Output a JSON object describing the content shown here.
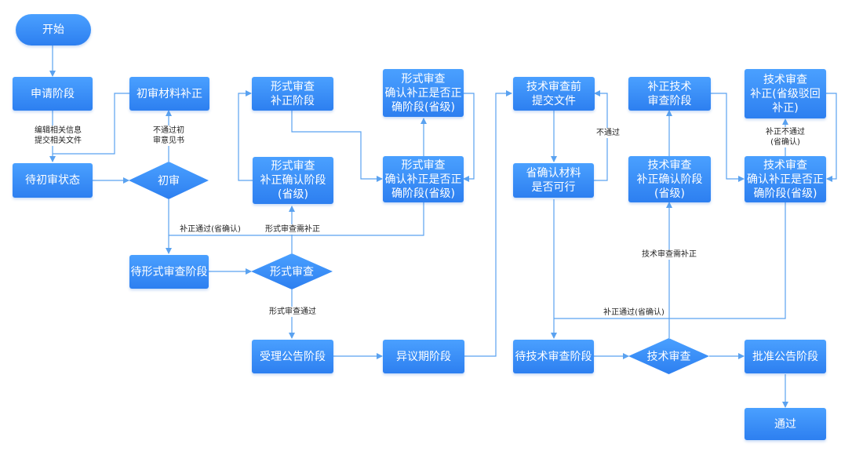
{
  "nodes": {
    "start": "开始",
    "apply": "申请阶段",
    "initial_review_wait": "待初审状态",
    "initial_material_fix": "初审材料补正",
    "initial_review": "初审",
    "formal_fix_stage": "形式审查\n补正阶段",
    "formal_fix_confirm": "形式审查\n补正确认阶段\n(省级)",
    "formal_confirm_top": "形式审查\n确认补正是否正\n确阶段(省级)",
    "formal_confirm_mid": "形式审查\n确认补正是否正\n确阶段(省级)",
    "formal_wait": "待形式审查阶段",
    "formal_review": "形式审查",
    "accept_notice": "受理公告阶段",
    "objection": "异议期阶段",
    "tech_pre_submit": "技术审查前\n提交文件",
    "province_check": "省确认材料\n是否可行",
    "tech_wait": "待技术审查阶段",
    "tech_review": "技术审查",
    "tech_fix_stage": "补正技术\n审查阶段",
    "tech_fix_confirm": "技术审查\n补正确认阶段\n(省级)",
    "tech_fix_reject": "技术审查\n补正(省级驳回\n补正)",
    "tech_confirm": "技术审查\n确认补正是否正\n确阶段(省级)",
    "approve_notice": "批准公告阶段",
    "pass": "通过"
  },
  "labels": {
    "edit_info": "编辑相关信息\n提交相关文件",
    "not_pass_notice": "不通过初\n审意见书",
    "fix_pass_1": "补正通过(省确认)",
    "formal_need_fix": "形式审查需补正",
    "formal_pass": "形式审查通过",
    "not_pass": "不通过",
    "tech_need_fix": "技术审查需补正",
    "fix_pass_2": "补正通过(省确认)",
    "fix_not_pass": "补正不通过\n(省确认)"
  },
  "colors": {
    "node_top": "#4aa0ff",
    "node_bottom": "#2d7ff0",
    "line": "#5aa2f0",
    "label_text": "#222222"
  }
}
